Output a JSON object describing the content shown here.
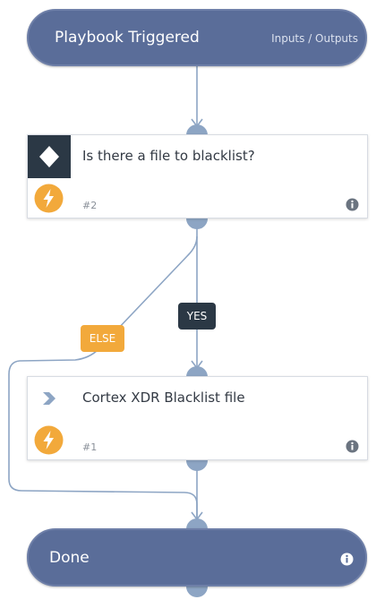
{
  "start": {
    "title": "Playbook Triggered",
    "link": "Inputs / Outputs"
  },
  "tasks": [
    {
      "title": "Is there a file to blacklist?",
      "id": "#2",
      "type": "condition"
    },
    {
      "title": "Cortex XDR Blacklist file",
      "id": "#1",
      "type": "regular"
    }
  ],
  "branches": {
    "yes": "YES",
    "else": "ELSE"
  },
  "end": {
    "title": "Done"
  },
  "colors": {
    "pill": "#5a6d99",
    "connector": "#8da5c4",
    "dark_badge": "#2b3845",
    "else_badge": "#f2a93b",
    "bolt": "#f2a93b"
  },
  "icons": {
    "condition": "diamond-icon",
    "regular": "chevron-right-icon",
    "automation": "lightning-bolt-icon",
    "info": "info-icon"
  }
}
